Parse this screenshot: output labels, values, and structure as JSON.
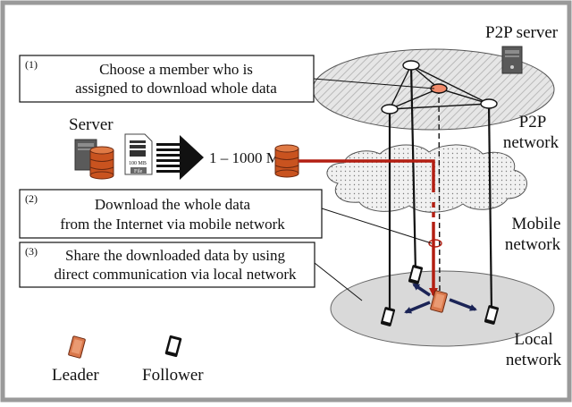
{
  "labels": {
    "p2p_server": "P2P server",
    "p2p_network": [
      "P2P",
      "network"
    ],
    "mobile_network": [
      "Mobile",
      "network"
    ],
    "local_network": [
      "Local",
      "network"
    ],
    "server": "Server",
    "file_size": "100 MB",
    "file_label": "File",
    "data_range": "1 – 1000 MB"
  },
  "steps": [
    {
      "number": "(1)",
      "lines": [
        "Choose a member who is",
        "assigned to download whole data"
      ]
    },
    {
      "number": "(2)",
      "lines": [
        "Download the whole data",
        "from the Internet via mobile network"
      ]
    },
    {
      "number": "(3)",
      "lines": [
        "Share the downloaded data by using",
        "direct communication via local network"
      ]
    }
  ],
  "legend": [
    {
      "icon": "leader-phone-icon",
      "label": "Leader",
      "color": "#d9774b"
    },
    {
      "icon": "follower-phone-icon",
      "label": "Follower",
      "color": "#ffffff"
    }
  ],
  "colors": {
    "download_path": "#b31e12",
    "share_arrows": "#1b2456",
    "leader_node": "#f08a6a",
    "frame": "#9a9a9a"
  }
}
